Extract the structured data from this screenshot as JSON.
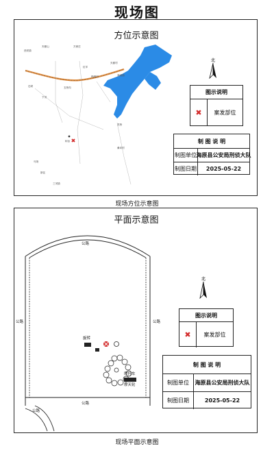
{
  "page_title": "现场图",
  "panel1": {
    "title": "方位示意图",
    "caption": "现场方位示意图",
    "north_label": "北",
    "legend": {
      "header": "图示说明",
      "item_label": "案发部位"
    },
    "info": {
      "header": "制 图 说 明",
      "unit_label": "制图单位",
      "unit_value": "海原县公安局刑侦大队",
      "date_label": "制图日期",
      "date_value": "2025-05-22"
    },
    "map_labels": [
      "西安镇",
      "天都山",
      "万家庄",
      "石峡",
      "下河",
      "五桥沟",
      "天都村",
      "海城镇",
      "红羊",
      "杨明村",
      "关桥",
      "黄坪村",
      "树台",
      "马场",
      "新区",
      "三河镇"
    ]
  },
  "panel2": {
    "title": "平面示意图",
    "caption": "现场平面示意图",
    "north_label": "北",
    "legend": {
      "header": "图示说明",
      "item_label": "案发部位"
    },
    "info": {
      "header": "制 图 说 明",
      "unit_label": "制图单位",
      "unit_value": "海原县公安局刑侦大队",
      "date_label": "制图日期",
      "date_value": "2025-05-22"
    },
    "road_labels": [
      "公路",
      "公路",
      "公路",
      "公路",
      "公路"
    ],
    "object_labels": [
      "旋转",
      "摩托车",
      "摩天轮"
    ]
  },
  "colors": {
    "road": "#e08a3a",
    "water": "#2b8be6",
    "marker": "#d32a2a",
    "line": "#222222"
  }
}
